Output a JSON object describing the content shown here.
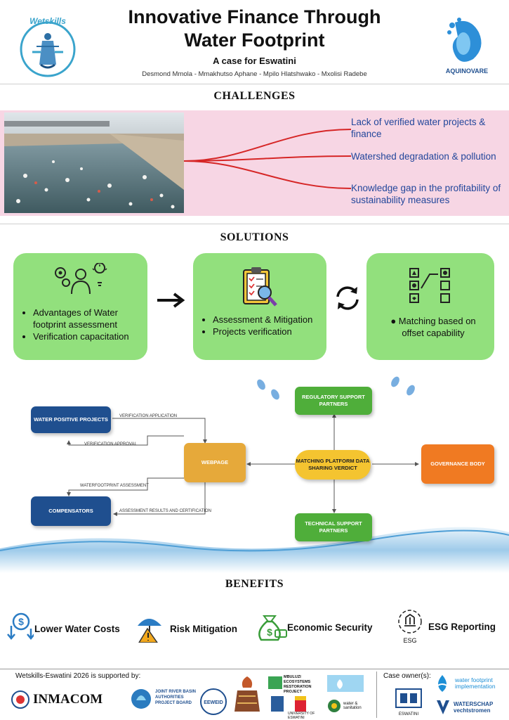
{
  "header": {
    "title": "Innovative Finance Through Water Footprint",
    "subtitle": "A case for Eswatini",
    "authors": "Desmond Mmola - Mmakhutso Aphane - Mpilo Hlatshwako - Mxolisi Radebe",
    "logo_left_text": "Wetskills",
    "logo_right_text": "AQUINOVARE"
  },
  "challenges": {
    "heading": "CHALLENGES",
    "items": [
      "Lack of verified water projects & finance",
      "Watershed degradation & pollution",
      "Knowledge gap in the profitability of sustainability measures"
    ]
  },
  "solutions": {
    "heading": "SOLUTIONS",
    "boxes": [
      {
        "items": [
          "Advantages of Water footprint assessment",
          "Verification capacitation"
        ]
      },
      {
        "items": [
          "Assessment & Mitigation",
          "Projects verification"
        ]
      },
      {
        "items": [
          "Matching based on offset capability"
        ]
      }
    ]
  },
  "diagram": {
    "nodes": {
      "water_positive": "WATER POSITIVE PROJECTS",
      "compensators": "COMPENSATORS",
      "webpage": "WEBPAGE",
      "matching": "MATCHING PLATFORM DATA SHARING VERDICT",
      "regulatory": "REGULATORY SUPPORT PARTNERS",
      "technical": "TECHNICAL SUPPORT PARTNERS",
      "governance": "GOVERNANCE BODY"
    },
    "edges": {
      "verification_application": "VERIFICATION APPLICATION",
      "verification_approval": "VERIFICATION APPROVAL",
      "waterfootprint_assessment": "WATERFOOTPRINT ASSESSMENT",
      "assessment_results": "ASSESSMENT RESULTS AND CERTIFICATION"
    },
    "colors": {
      "blue": "#1f4f8f",
      "amber": "#e6a93a",
      "green": "#4fae3a",
      "orange": "#f07a22"
    }
  },
  "benefits": {
    "heading": "BENEFITS",
    "items": [
      {
        "label": "Lower Water Costs",
        "icon": "dollar-down-icon"
      },
      {
        "label": "Risk Mitigation",
        "icon": "umbrella-warning-icon"
      },
      {
        "label": "Economic Security",
        "icon": "money-bag-icon"
      },
      {
        "label": "ESG Reporting",
        "icon": "esg-icon",
        "icon_text": "ESG"
      }
    ]
  },
  "footer": {
    "supported_by": "Wetskills-Eswatini 2026 is supported by:",
    "case_owners": "Case owner(s):",
    "sponsors": [
      "INMACOM",
      "JOINT RIVER BASIN AUTHORITIES PROJECT BOARD",
      "EEWEID",
      "MBULUZI ECOSYSTEMS RESTORATION PROJECT",
      "UNIVERSITY OF ESWATINI",
      "water & sanitation"
    ],
    "owners": [
      "ESWATINI",
      "water footprint implementation",
      "WATERSCHAP vechtstromen"
    ]
  }
}
